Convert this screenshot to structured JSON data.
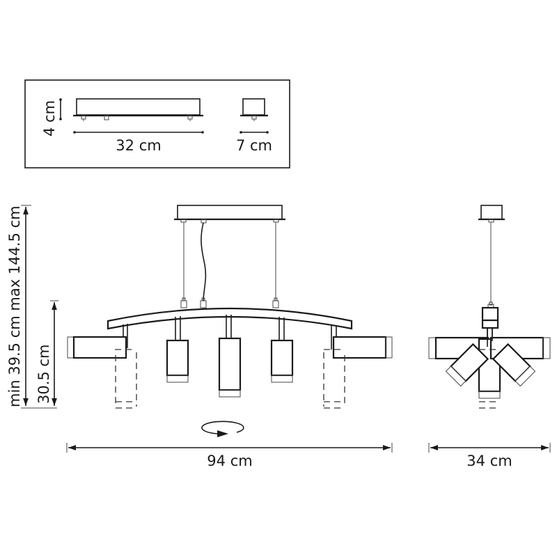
{
  "inset": {
    "height_label": "4 cm",
    "length_label": "32 cm",
    "width_label": "7 cm"
  },
  "front_view": {
    "drop_label": "min 39.5 cm max 144.5 cm",
    "body_height_label": "30.5 cm",
    "total_width_label": "94 cm",
    "rotation_icon": "rotate-360-icon"
  },
  "side_view": {
    "total_depth_label": "34 cm"
  },
  "colors": {
    "line": "#1a1a1a",
    "background": "#ffffff"
  }
}
